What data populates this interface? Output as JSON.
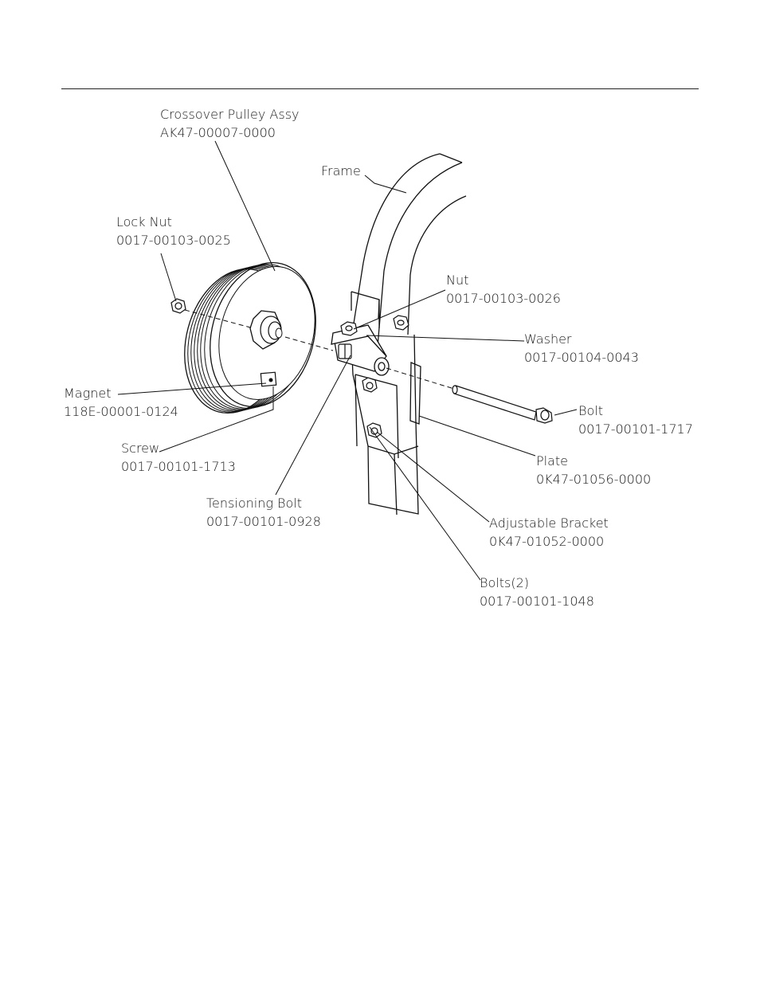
{
  "callouts": {
    "crossover_pulley": {
      "name": "Crossover Pulley Assy",
      "part": "AK47-00007-0000"
    },
    "frame": {
      "name": "Frame"
    },
    "lock_nut": {
      "name": "Lock Nut",
      "part": "0017-00103-0025"
    },
    "nut": {
      "name": "Nut",
      "part": "0017-00103-0026"
    },
    "washer": {
      "name": "Washer",
      "part": "0017-00104-0043"
    },
    "magnet": {
      "name": "Magnet",
      "part": "118E-00001-0124"
    },
    "bolt": {
      "name": "Bolt",
      "part": "0017-00101-1717"
    },
    "screw": {
      "name": "Screw",
      "part": "0017-00101-1713"
    },
    "plate": {
      "name": "Plate",
      "part": "0K47-01056-0000"
    },
    "tensioning_bolt": {
      "name": "Tensioning Bolt",
      "part": "0017-00101-0928"
    },
    "adjustable_bracket": {
      "name": "Adjustable Bracket",
      "part": "0K47-01052-0000"
    },
    "bolts2": {
      "name": "Bolts(2)",
      "part": "0017-00101-1048"
    }
  }
}
